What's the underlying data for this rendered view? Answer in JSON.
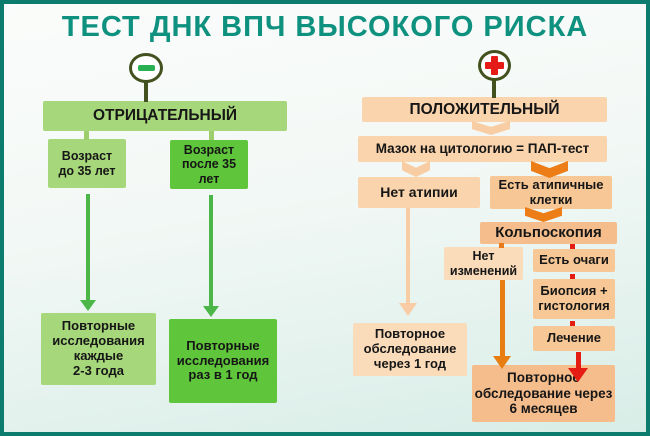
{
  "title": "ТЕСТ ДНК ВПЧ ВЫСОКОГО РИСКА",
  "colors": {
    "frame_teal": "#0b7c6d",
    "title_teal": "#0f917f",
    "green_light": "#a6d77a",
    "green_bright": "#5fc63b",
    "green_arrow": "#4cb748",
    "icon_ring_olive": "#42511d",
    "minus_green": "#29b052",
    "cross_red": "#e41b17",
    "peach_light": "#f9d4ad",
    "peach_lighter": "#fbdcba",
    "peach_mid": "#f7c795",
    "peach_dark": "#f5bd8c",
    "orange_arrow": "#ed7d17",
    "red_arrow": "#e51c11"
  },
  "negative_branch": {
    "result_icon": "minus-icon",
    "header": "ОТРИЦАТЕЛЬНЫЙ",
    "age_under_35": "Возраст\nдо 35 лет",
    "age_over_35": "Возраст\nпосле 35\nлет",
    "repeat_every_2_3_years": "Повторные\nисследования\nкаждые\n2-3 года",
    "repeat_once_a_year": "Повторные\nисследования\nраз в 1 год"
  },
  "positive_branch": {
    "result_icon": "cross-icon",
    "header": "ПОЛОЖИТЕЛЬНЫЙ",
    "pap_test": "Мазок на цитологию = ПАП-тест",
    "no_atypia": "Нет атипии",
    "atypical_cells": "Есть атипичные\nклетки",
    "colposcopy": "Кольпоскопия",
    "no_changes": "Нет\nизменений",
    "lesions_found": "Есть очаги",
    "biopsy_histology": "Биопсия +\nгистология",
    "treatment": "Лечение",
    "recheck_1_year": "Повторное\nобследование\nчерез 1 год",
    "recheck_6_months": "Повторное\nобследование через\n6 месяцев"
  }
}
